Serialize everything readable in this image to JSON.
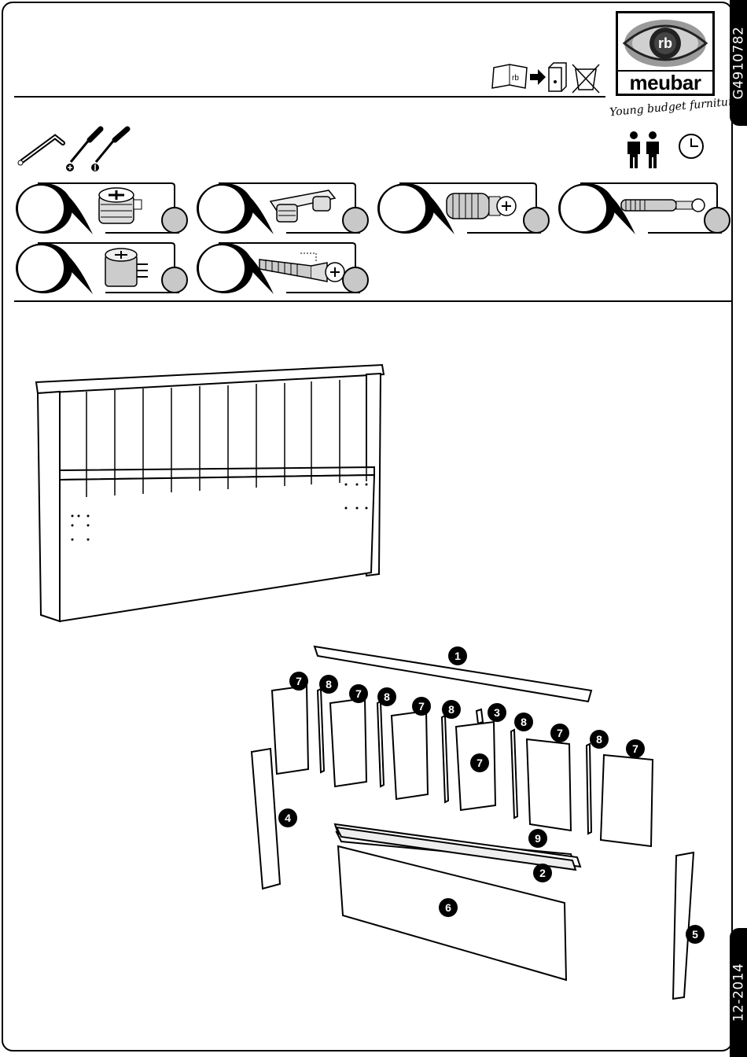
{
  "header": {
    "product_code": "G4910782",
    "brand_name": "meubar",
    "tagline": "Young budget furniture",
    "logo_monogram": "rb"
  },
  "footer": {
    "date": "12-2014"
  },
  "icons": {
    "tools": [
      "allen-key-icon",
      "phillips-screwdriver-icon",
      "flat-screwdriver-icon"
    ],
    "people": [
      "two-persons-icon"
    ],
    "time": [
      "clock-icon"
    ],
    "instructions": [
      "manual-to-folder-icon",
      "no-washing-icon"
    ]
  },
  "hardware": [
    {
      "name": "cam-lock",
      "icon": "cam-lock-icon"
    },
    {
      "name": "double-cam-connector",
      "icon": "double-cam-connector-icon"
    },
    {
      "name": "cam-bolt",
      "icon": "cam-bolt-icon"
    },
    {
      "name": "long-connector-bolt",
      "icon": "long-connector-bolt-icon"
    },
    {
      "name": "cam-housing",
      "icon": "cam-housing-icon"
    },
    {
      "name": "plastic-dowel",
      "icon": "plastic-dowel-icon"
    }
  ],
  "parts": [
    {
      "number": "1"
    },
    {
      "number": "2"
    },
    {
      "number": "3"
    },
    {
      "number": "4"
    },
    {
      "number": "5"
    },
    {
      "number": "6"
    },
    {
      "number": "7"
    },
    {
      "number": "8"
    },
    {
      "number": "9"
    }
  ],
  "callouts": [
    "7",
    "8",
    "7",
    "8",
    "7",
    "8",
    "3",
    "7",
    "8",
    "7",
    "8",
    "7",
    "4",
    "9",
    "2",
    "6",
    "5",
    "1"
  ]
}
